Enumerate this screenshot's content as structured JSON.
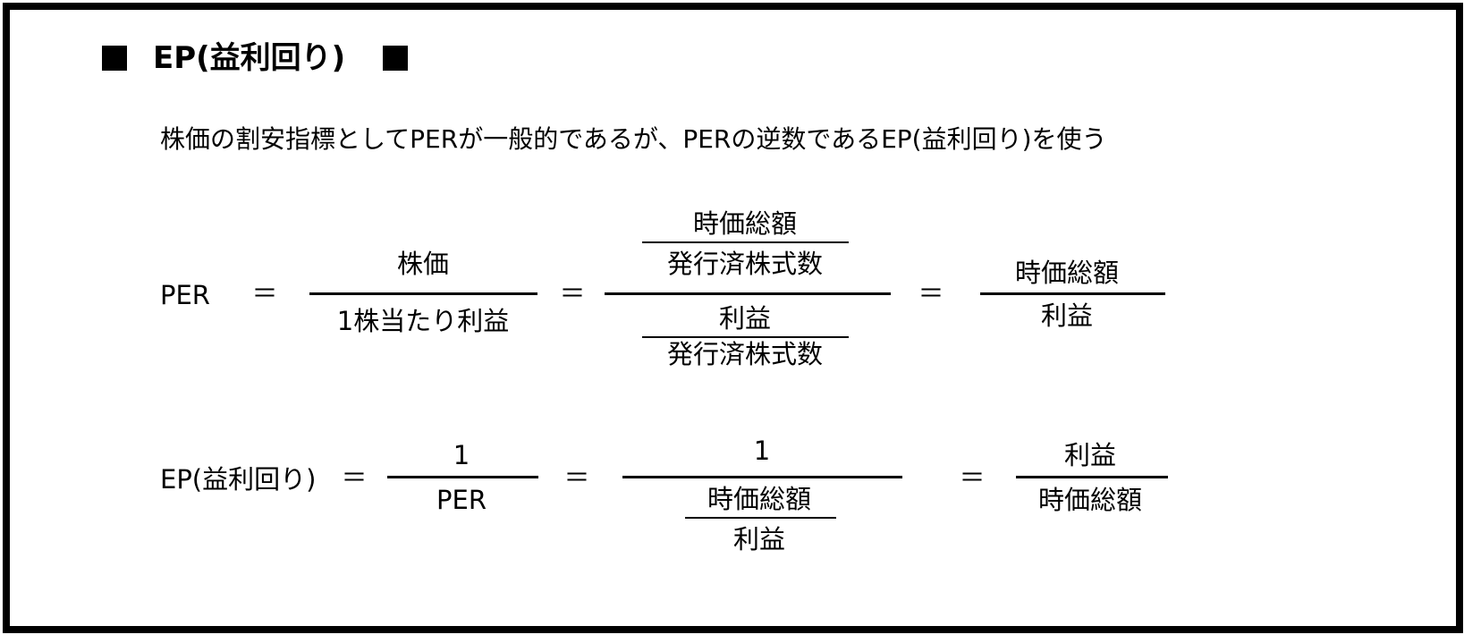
{
  "title": {
    "text": "EP(益利回り)"
  },
  "intro": "株価の割安指標としてPERが一般的であるが、PERの逆数であるEP(益利回り)を使う",
  "per_formula": {
    "lhs": "PER",
    "eq": "＝",
    "frac1": {
      "num": "株価",
      "den": "1株当たり利益"
    },
    "frac2": {
      "num": {
        "num": "時価総額",
        "den": "発行済株式数"
      },
      "den": {
        "num": "利益",
        "den": "発行済株式数"
      }
    },
    "frac3": {
      "num": "時価総額",
      "den": "利益"
    }
  },
  "ep_formula": {
    "lhs": "EP(益利回り)",
    "eq": "＝",
    "frac1": {
      "num": "1",
      "den": "PER"
    },
    "frac2": {
      "num": "1",
      "den": {
        "num": "時価総額",
        "den": "利益"
      }
    },
    "frac3": {
      "num": "利益",
      "den": "時価総額"
    }
  }
}
